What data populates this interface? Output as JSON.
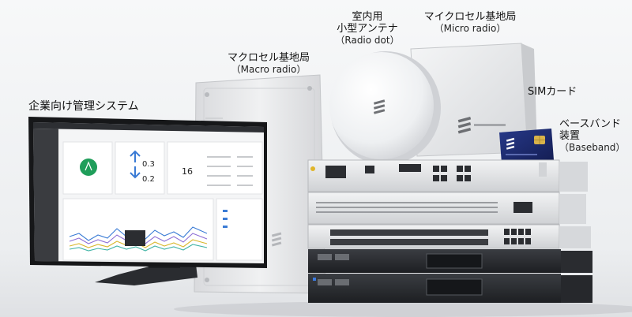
{
  "labels": {
    "management": "企業向け管理システム",
    "macro": "マクロセル基地局",
    "macro_en": "（Macro radio）",
    "dot_1": "室内用",
    "dot_2": "小型アンテナ",
    "dot_en": "（Radio dot）",
    "micro": "マイクロセル基地局",
    "micro_en": "（Micro radio）",
    "sim": "SIMカード",
    "baseband_1": "ベースバンド",
    "baseband_2": "装置",
    "baseband_en": "（Baseband）"
  },
  "monitor": {
    "stat_up": "0.3",
    "stat_down": "0.2",
    "stat_count": "16"
  },
  "colors": {
    "ericsson_green": "#1f9e5a",
    "chart_blue": "#3a7bd5",
    "chart_purple": "#8e6fd6",
    "chart_yellow": "#d9b82f",
    "chart_teal": "#3fb3a5",
    "sim_card": "#1c2a6e"
  },
  "icons": [
    "ericsson-logo-icon",
    "antenna-icon",
    "arrow-up-icon",
    "arrow-down-icon"
  ]
}
